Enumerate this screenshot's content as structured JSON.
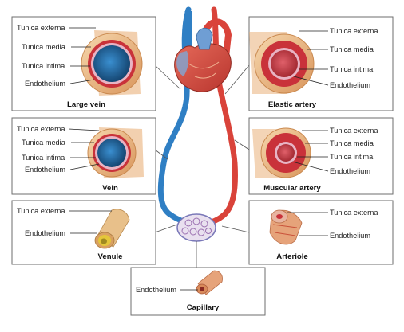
{
  "colors": {
    "vein_blue": "#2f7fc4",
    "artery_red": "#d9433a",
    "externa_outer": "#e0a870",
    "externa_inner": "#f2cfa0",
    "media_red": "#c9323a",
    "intima_pink": "#e8b4c4",
    "vein_lumen": "#1f5a8c",
    "artery_lumen": "#b8303a",
    "venule_yellow": "#e4c63a"
  },
  "panels": {
    "large_vein": {
      "title": "Large vein",
      "labels": [
        "Tunica externa",
        "Tunica media",
        "Tunica intima",
        "Endothelium"
      ]
    },
    "elastic_artery": {
      "title": "Elastic artery",
      "labels": [
        "Tunica externa",
        "Tunica media",
        "Tunica intima",
        "Endothelium"
      ]
    },
    "vein": {
      "title": "Vein",
      "labels": [
        "Tunica externa",
        "Tunica media",
        "Tunica intima",
        "Endothelium"
      ]
    },
    "muscular_artery": {
      "title": "Muscular artery",
      "labels": [
        "Tunica externa",
        "Tunica media",
        "Tunica intima",
        "Endothelium"
      ]
    },
    "venule": {
      "title": "Venule",
      "labels": [
        "Tunica externa",
        "Endothelium"
      ]
    },
    "arteriole": {
      "title": "Arteriole",
      "labels": [
        "Tunica externa",
        "Endothelium"
      ]
    },
    "capillary": {
      "title": "Capillary",
      "labels": [
        "Endothelium"
      ]
    }
  }
}
